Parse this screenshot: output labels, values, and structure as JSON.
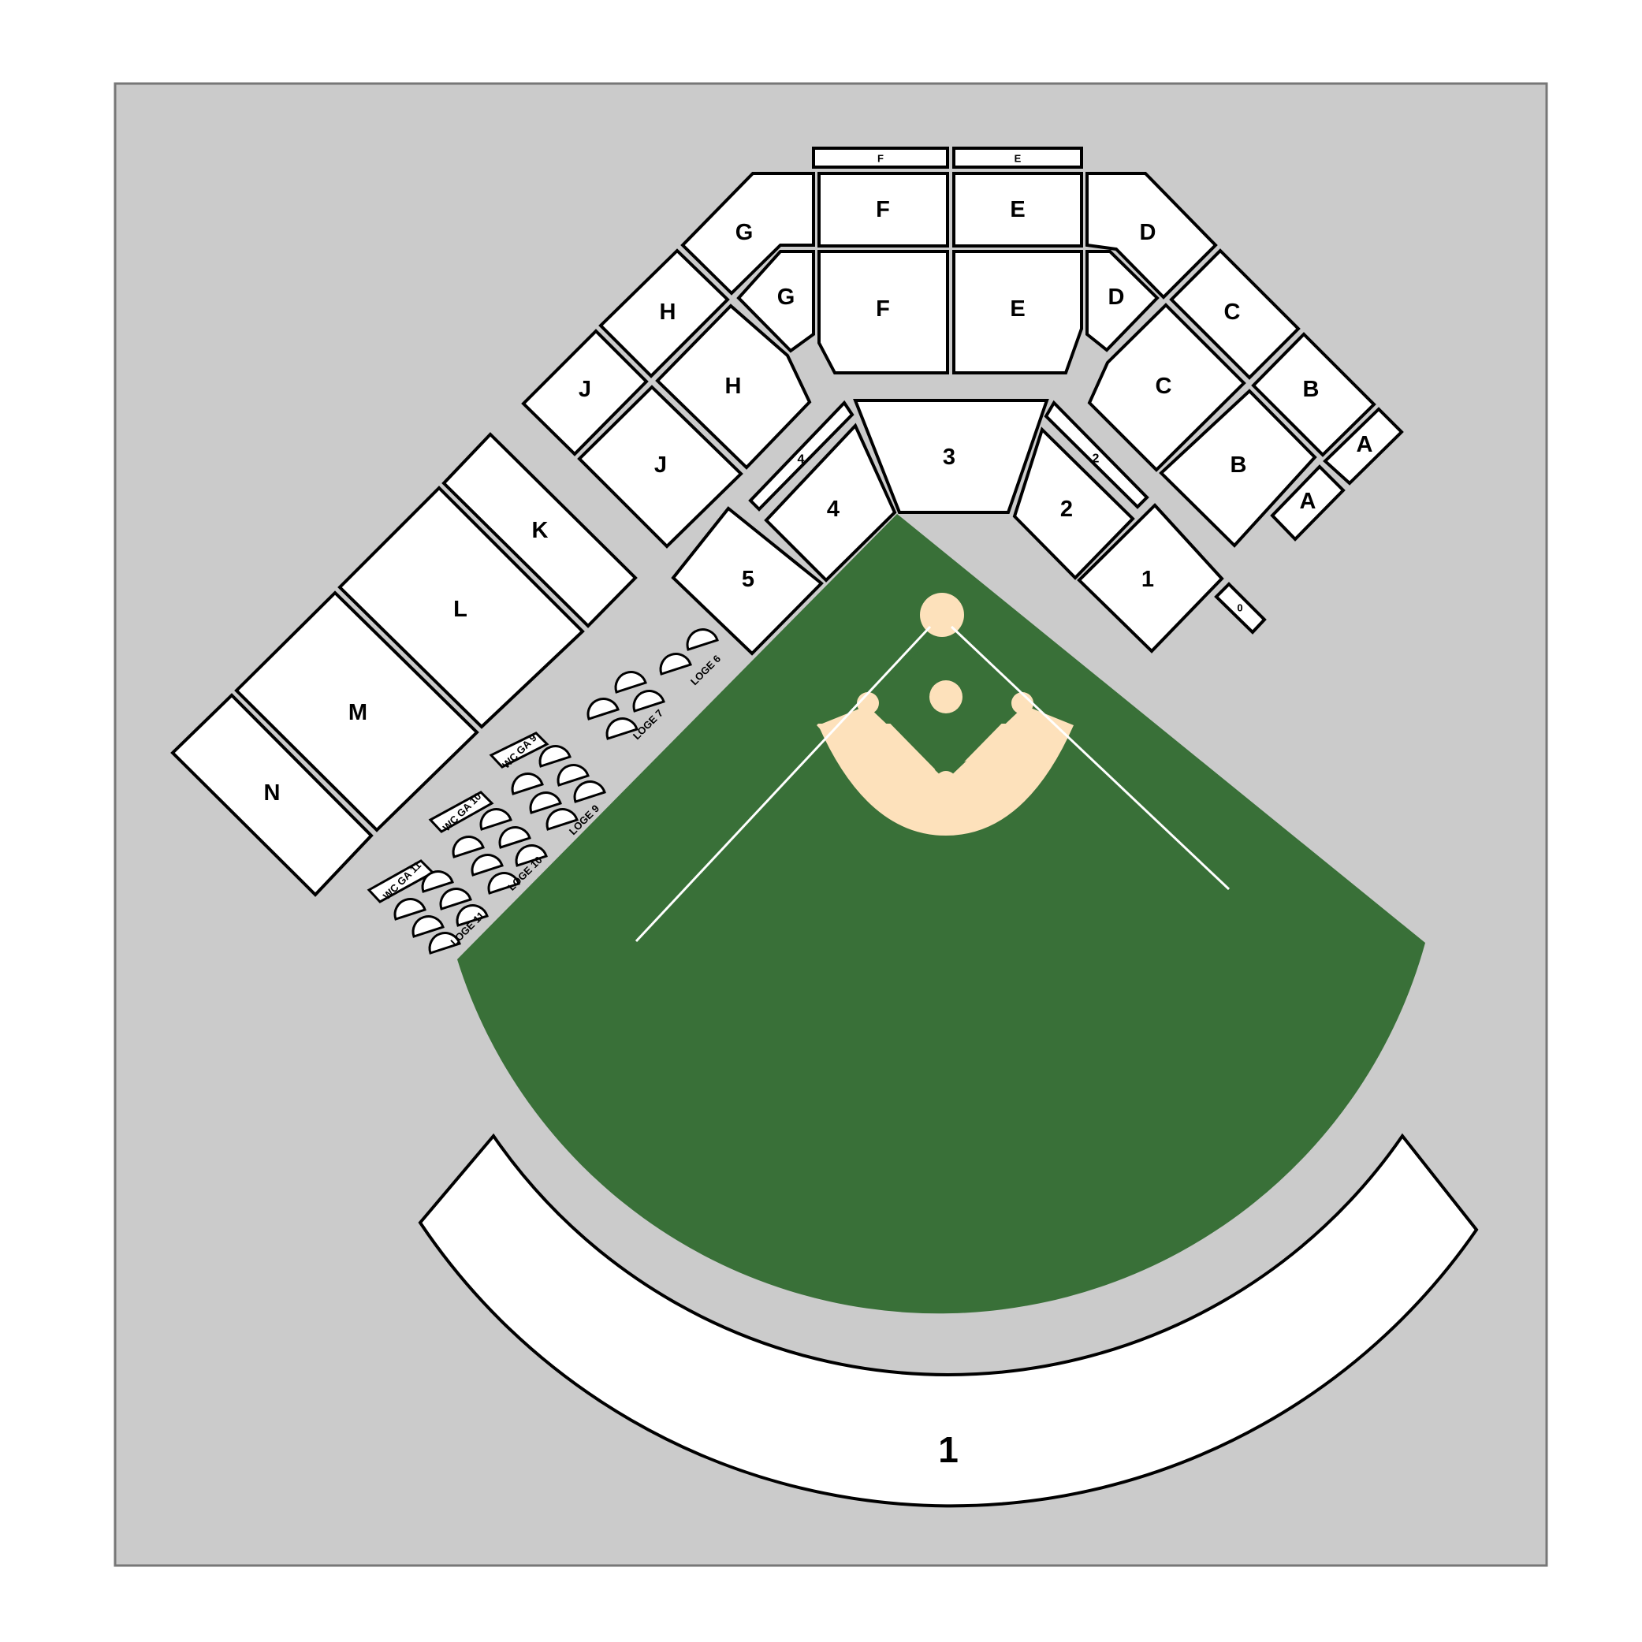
{
  "colors": {
    "concourse": "#cbcbcb",
    "grass": "#397038",
    "dirt": "#fde1bb",
    "seat": "#ffffff",
    "outline": "#000000"
  },
  "sections": {
    "F_top_strip": "F",
    "E_top_strip": "E",
    "F_upper": "F",
    "E_upper": "E",
    "G_upper": "G",
    "D_upper": "D",
    "F_lower": "F",
    "E_lower": "E",
    "G_lower": "G",
    "D_lower": "D",
    "H_upper": "H",
    "H_lower": "H",
    "C_upper": "C",
    "C_lower": "C",
    "J_upper": "J",
    "J_lower": "J",
    "B_upper": "B",
    "B_lower": "B",
    "A_upper": "A",
    "A_lower": "A",
    "K": "K",
    "L": "L",
    "M": "M",
    "N": "N",
    "s3": "3",
    "s4_strip": "4",
    "s4": "4",
    "s2_strip": "2",
    "s2": "2",
    "s5": "5",
    "s1": "1",
    "s0": "0",
    "outfield": "1"
  },
  "loges": {
    "loge6": "LOGE 6",
    "loge7": "LOGE 7",
    "loge9": "LOGE 9",
    "loge10": "LOGE 10",
    "loge11": "LOGE 11",
    "wcga9": "WC GA 9",
    "wcga10": "WC GA 10",
    "wcga11": "WC GA 11"
  }
}
